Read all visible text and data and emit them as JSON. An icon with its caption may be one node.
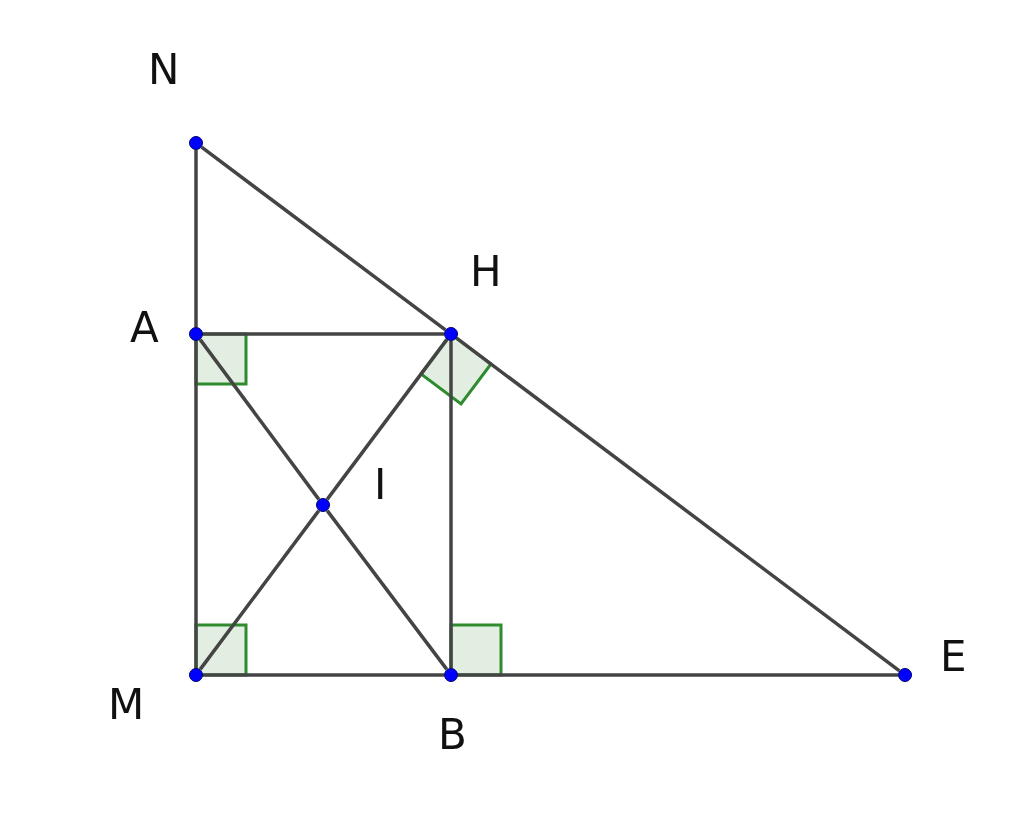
{
  "diagram": {
    "nodes": [
      {
        "text": [
          "N"
        ]
      },
      {
        "text": [
          "H"
        ]
      },
      {
        "text": [
          "A"
        ]
      },
      {
        "text": [
          "I"
        ]
      },
      {
        "text": [
          "M"
        ]
      },
      {
        "text": [
          "B"
        ]
      },
      {
        "text": [
          "E"
        ]
      }
    ],
    "edges": [
      {
        "from": 0,
        "to": 2,
        "arrow": "none"
      },
      {
        "from": 2,
        "to": 4,
        "arrow": "none"
      },
      {
        "from": 0,
        "to": 1,
        "arrow": "none"
      },
      {
        "from": 1,
        "to": 6,
        "arrow": "none"
      },
      {
        "from": 2,
        "to": 1,
        "arrow": "none"
      },
      {
        "from": 4,
        "to": 5,
        "arrow": "none"
      },
      {
        "from": 5,
        "to": 6,
        "arrow": "none"
      },
      {
        "from": 1,
        "to": 5,
        "arrow": "none"
      },
      {
        "from": 2,
        "to": 3,
        "arrow": "none"
      },
      {
        "from": 3,
        "to": 5,
        "arrow": "none"
      },
      {
        "from": 4,
        "to": 3,
        "arrow": "none"
      },
      {
        "from": 3,
        "to": 1,
        "arrow": "none"
      }
    ]
  }
}
